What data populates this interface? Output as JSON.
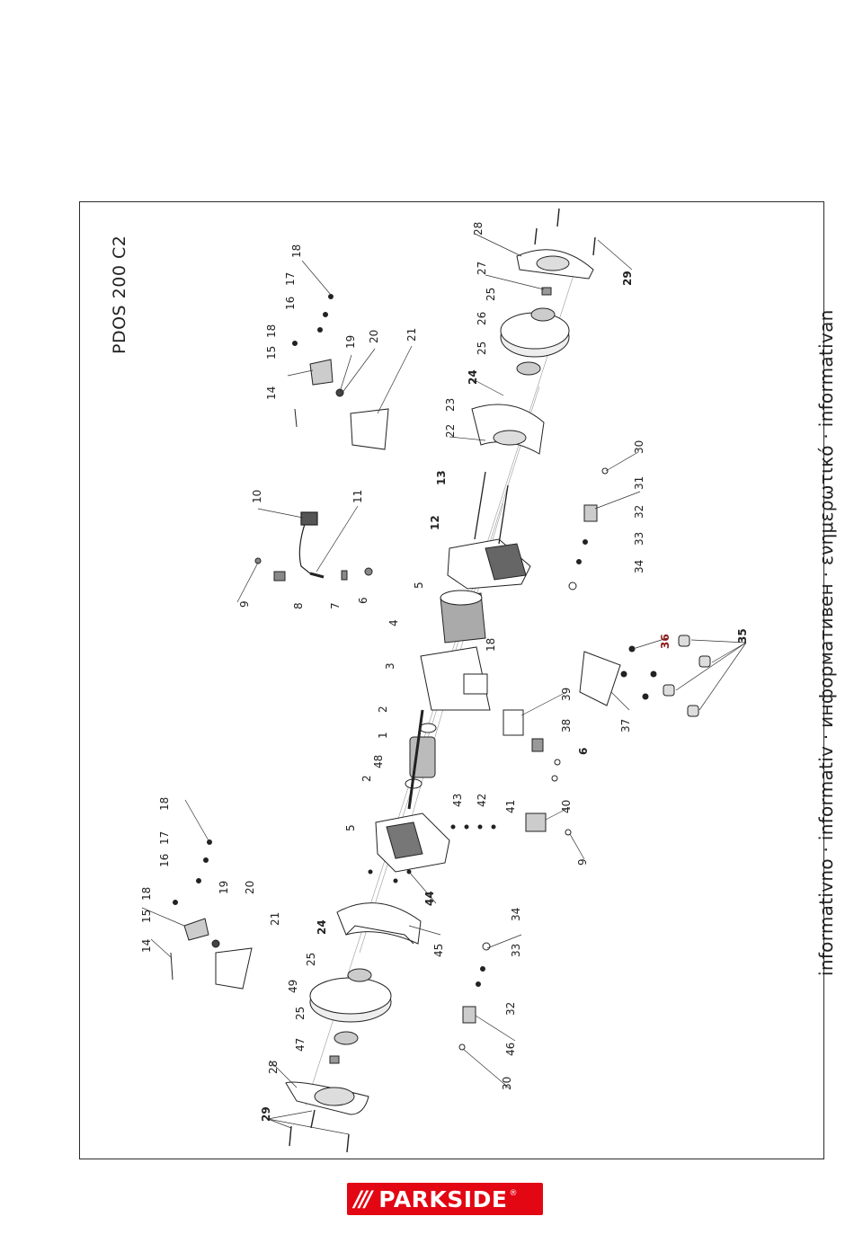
{
  "model": "PDOS 200 C2",
  "info_text": "informativno · informativ · информативен · ενημερωτικό · informativan",
  "logo": {
    "slashes": "///",
    "text": "PARKSIDE",
    "reg": "®",
    "color": "#e30613"
  },
  "part_labels": [
    "1",
    "2",
    "3",
    "4",
    "5",
    "6",
    "7",
    "8",
    "9",
    "10",
    "11",
    "12",
    "13",
    "14",
    "15",
    "16",
    "17",
    "18",
    "19",
    "20",
    "21",
    "22",
    "23",
    "24",
    "25",
    "26",
    "27",
    "28",
    "29",
    "30",
    "31",
    "32",
    "33",
    "34",
    "35",
    "36",
    "37",
    "38",
    "39",
    "40",
    "41",
    "42",
    "43",
    "44",
    "45",
    "46",
    "47",
    "48",
    "49"
  ]
}
